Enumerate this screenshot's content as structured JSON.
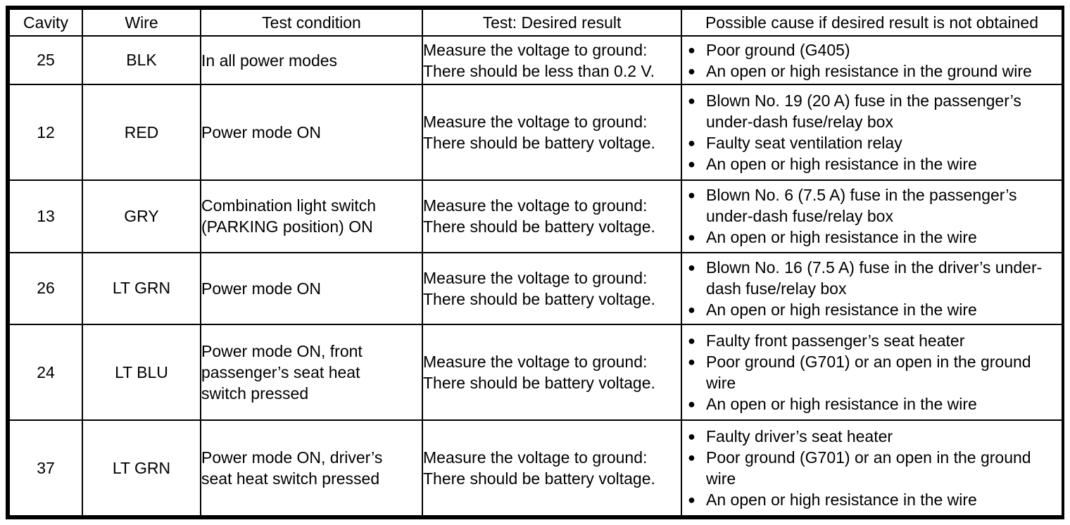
{
  "table": {
    "headers": [
      "Cavity",
      "Wire",
      "Test condition",
      "Test: Desired result",
      "Possible cause if desired result is not obtained"
    ],
    "bullet_glyph": "●",
    "rows": [
      {
        "cavity": "25",
        "wire": "BLK",
        "condition_lines": [
          "In all power modes"
        ],
        "test_lines": [
          "Measure the voltage to ground:",
          "There should be less than 0.2 V."
        ],
        "causes": [
          "Poor ground (G405)",
          "An open or high resistance in the ground wire"
        ]
      },
      {
        "cavity": "12",
        "wire": "RED",
        "condition_lines": [
          "Power mode ON"
        ],
        "test_lines": [
          "Measure the voltage to ground:",
          "There should be battery voltage."
        ],
        "causes": [
          "Blown No. 19 (20 A) fuse in the passenger’s under-dash fuse/relay box",
          "Faulty seat ventilation relay",
          "An open or high resistance in the wire"
        ]
      },
      {
        "cavity": "13",
        "wire": "GRY",
        "condition_lines": [
          "Combination light switch",
          "(PARKING position) ON"
        ],
        "test_lines": [
          "Measure the voltage to ground:",
          "There should be battery voltage."
        ],
        "causes": [
          "Blown No. 6 (7.5 A) fuse in the passenger’s under-dash fuse/relay box",
          "An open or high resistance in the wire"
        ]
      },
      {
        "cavity": "26",
        "wire": "LT GRN",
        "condition_lines": [
          "Power mode ON"
        ],
        "test_lines": [
          "Measure the voltage to ground:",
          "There should be battery voltage."
        ],
        "causes": [
          "Blown No. 16 (7.5 A) fuse in the driver’s under-dash fuse/relay box",
          "An open or high resistance in the wire"
        ]
      },
      {
        "cavity": "24",
        "wire": "LT BLU",
        "condition_lines": [
          "Power mode ON, front",
          "passenger’s seat heat",
          "switch pressed"
        ],
        "test_lines": [
          "Measure the voltage to ground:",
          "There should be battery voltage."
        ],
        "causes": [
          "Faulty front passenger’s seat heater",
          "Poor ground (G701) or an open in the ground wire",
          "An open or high resistance in the wire"
        ]
      },
      {
        "cavity": "37",
        "wire": "LT GRN",
        "condition_lines": [
          "Power mode ON, driver’s",
          "seat heat switch pressed"
        ],
        "test_lines": [
          "Measure the voltage to ground:",
          "There should be battery voltage."
        ],
        "causes": [
          "Faulty driver’s seat heater",
          "Poor ground (G701) or an open in the ground wire",
          "An open or high resistance in the wire"
        ]
      }
    ]
  }
}
